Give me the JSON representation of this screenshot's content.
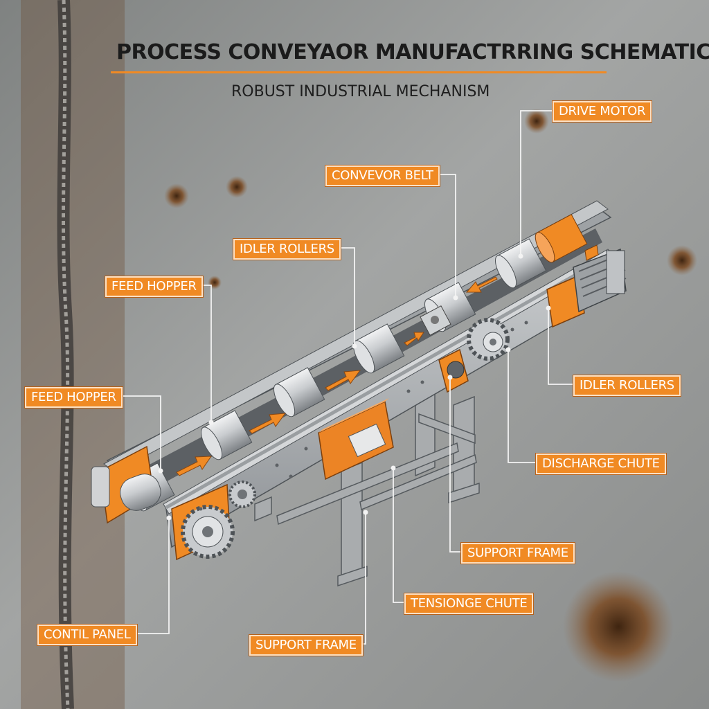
{
  "title": "PROCESS CONVEYAOR MANUFACTRRING SCHEMATIC",
  "subtitle": "ROBUST INDUSTRIAL MECHANISM",
  "callouts": {
    "drive_motor": "DRIVE MOTOR",
    "conveyor_belt": "CONVEVOR BELT",
    "idler_rollers_top": "IDLER ROLLERS",
    "feed_hopper_top": "FEED HOPPER",
    "feed_hopper_left": "FEED HOPPER",
    "idler_rollers_right": "IDLER ROLLERS",
    "discharge_chute": "DISCHARGE CHUTE",
    "support_frame_right": "SUPPORT FRAME",
    "tensioning_chute": "TENSIONGE CHUTE",
    "support_frame_bottom": "SUPPORT FRAME",
    "control_panel": "CONTIL PANEL"
  },
  "colors": {
    "accent": "#f08a24",
    "steel": "#a6a9ab",
    "background": "#8d8f8e"
  }
}
